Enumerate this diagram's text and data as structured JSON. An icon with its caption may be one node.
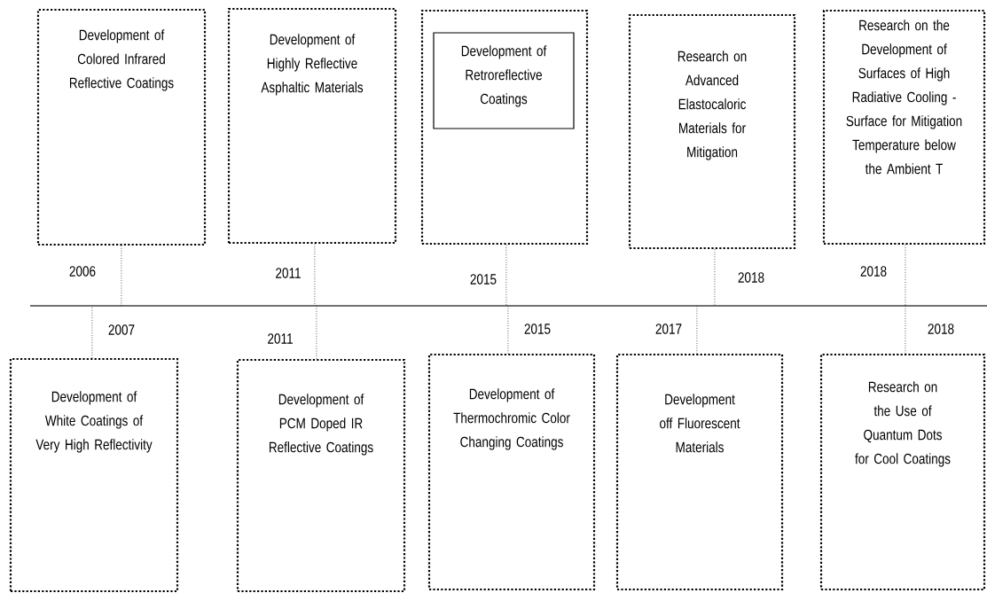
{
  "diagram": {
    "nodes": [
      {
        "text": [
          "Development of Colored Infrared Reflective Coatings"
        ],
        "beside": [
          "2006"
        ]
      },
      {
        "text": [
          "Development of Highly Reflective Asphaltic Materials"
        ],
        "beside": [
          "2011"
        ]
      },
      {
        "text": [],
        "shape": "box",
        "beside": [
          "2015"
        ]
      },
      {
        "text": [
          "Development of Retroreflective Coatings"
        ],
        "in": 2
      },
      {
        "text": [
          "Research on Advanced Elastocaloric Materials for Mitigation"
        ],
        "beside": [
          "2018"
        ]
      },
      {
        "text": [
          "Research on the Development of Surfaces of High Radiative Cooling - Surface for Mitigation Temperature below the Ambient T"
        ],
        "beside": [
          "2018"
        ]
      },
      {
        "text": [],
        "shape": "line"
      },
      {
        "text": [
          "Development of White Coatings of Very High Reflectivity"
        ],
        "beside": [
          "2007"
        ]
      },
      {
        "text": [
          "Development of PCM Doped IR Reflective Coatings"
        ],
        "beside": [
          "2011"
        ]
      },
      {
        "text": [
          "Development of Thermochromic Color Changing Coatings"
        ],
        "beside": [
          "2015"
        ]
      },
      {
        "text": [
          "Development off Fluorescent Materials"
        ],
        "beside": [
          "2017"
        ]
      },
      {
        "text": [
          "Research on the Use of Quantum Dots for Cool Coatings"
        ],
        "beside": [
          "2018"
        ]
      }
    ],
    "edges": [
      {
        "from": 0,
        "to": 6,
        "arrow": "none",
        "style": "dashed"
      },
      {
        "from": 1,
        "to": 6,
        "arrow": "none",
        "style": "dashed"
      },
      {
        "from": 2,
        "to": 6,
        "arrow": "none",
        "style": "dashed"
      },
      {
        "from": 4,
        "to": 6,
        "arrow": "none",
        "style": "dashed"
      },
      {
        "from": 5,
        "to": 6,
        "arrow": "none",
        "style": "dashed"
      },
      {
        "from": 7,
        "to": 6,
        "arrow": "none",
        "style": "dashed"
      },
      {
        "from": 8,
        "to": 6,
        "arrow": "none",
        "style": "dashed"
      },
      {
        "from": 9,
        "to": 6,
        "arrow": "none",
        "style": "dashed"
      },
      {
        "from": 10,
        "to": 6,
        "arrow": "none",
        "style": "dashed"
      },
      {
        "from": 11,
        "to": 6,
        "arrow": "none",
        "style": "dashed"
      }
    ]
  }
}
